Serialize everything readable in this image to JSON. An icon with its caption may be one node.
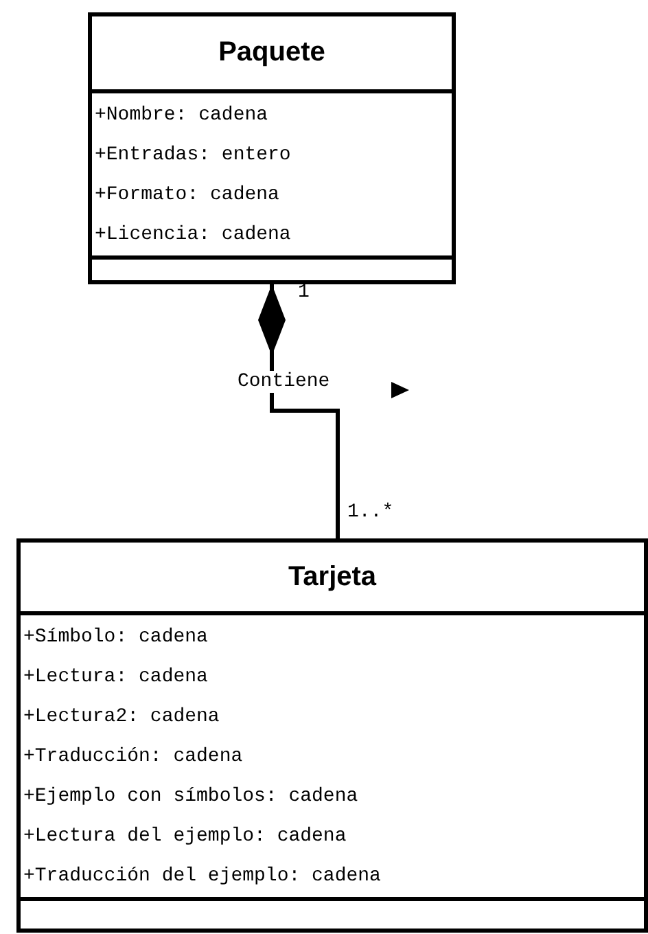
{
  "diagram": {
    "nodes": [
      {
        "text": [
          "Paquete",
          "+Nombre: cadena",
          "+Entradas: entero",
          "+Formato: cadena",
          "+Licencia: cadena"
        ]
      },
      {
        "text": [
          "Tarjeta",
          "+Símbolo: cadena",
          "+Lectura: cadena",
          "+Lectura2: cadena",
          "+Traducción: cadena",
          "+Ejemplo con símbolos: cadena",
          "+Lectura del ejemplo: cadena",
          "+Traducción del ejemplo: cadena"
        ]
      }
    ],
    "edges": [
      {
        "from": 0,
        "to": 1,
        "arrow": "other",
        "label": "Contiene"
      }
    ],
    "labels": [
      "1",
      "1..*"
    ]
  }
}
